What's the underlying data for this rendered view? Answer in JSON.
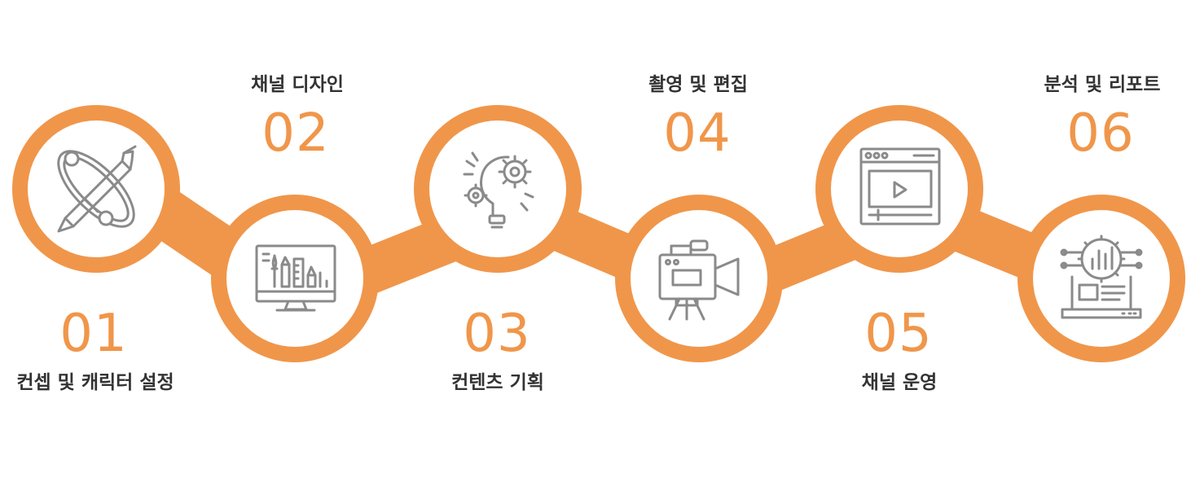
{
  "colors": {
    "accent": "#F0964A",
    "icon": "#8A8A8A",
    "label": "#333333",
    "background": "#FFFFFF"
  },
  "steps": [
    {
      "number": "01",
      "label": "컨셉 및 캐릭터 설정",
      "icon": "pen-tool-orbit-icon"
    },
    {
      "number": "02",
      "label": "채널 디자인",
      "icon": "design-monitor-icon"
    },
    {
      "number": "03",
      "label": "컨텐츠 기획",
      "icon": "idea-bulb-gears-icon"
    },
    {
      "number": "04",
      "label": "촬영 및 편집",
      "icon": "video-camera-icon"
    },
    {
      "number": "05",
      "label": "채널 운영",
      "icon": "video-player-window-icon"
    },
    {
      "number": "06",
      "label": "분석 및 리포트",
      "icon": "analytics-laptop-icon"
    }
  ]
}
